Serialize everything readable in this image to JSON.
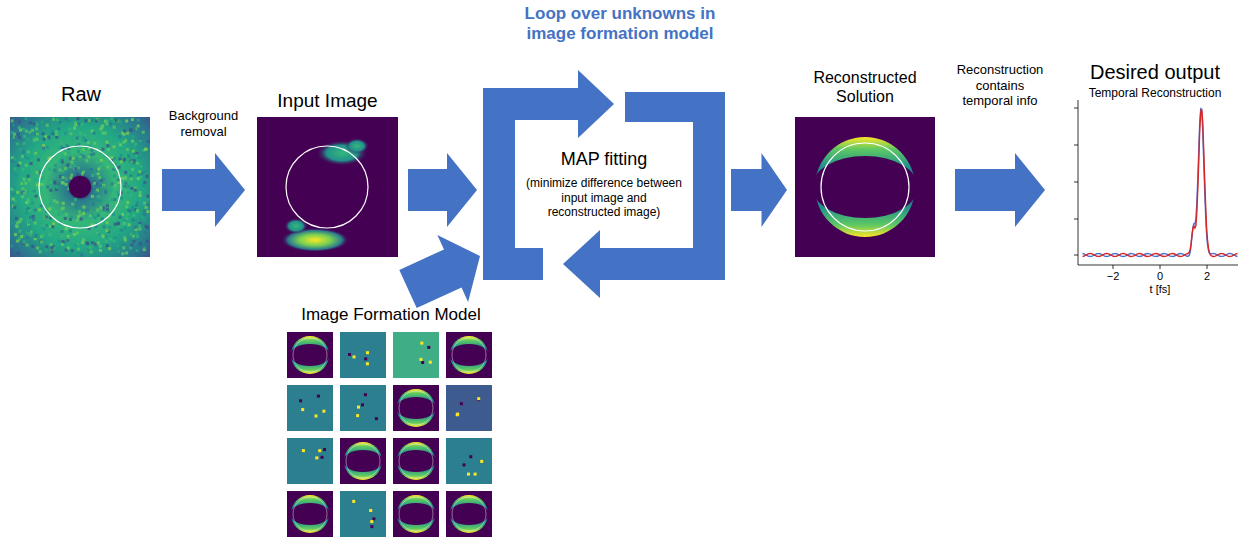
{
  "diagram": {
    "nodes": [
      {
        "text": [
          "Raw"
        ]
      },
      {
        "text": [
          "Input Image"
        ]
      },
      {
        "text": [
          "MAP fitting",
          "(minimize difference between input image and reconstructed image)"
        ]
      },
      {
        "text": [
          "Reconstructed Solution"
        ]
      },
      {
        "text": [
          "Desired output",
          "Temporal Reconstruction"
        ]
      },
      {
        "text": [
          "Image Formation Model"
        ]
      }
    ],
    "edges": [
      {
        "from": 0,
        "to": 1,
        "label": "Background removal",
        "arrow": "to"
      },
      {
        "from": 1,
        "to": 2,
        "arrow": "to"
      },
      {
        "from": 5,
        "to": 2,
        "arrow": "to"
      },
      {
        "from": 2,
        "to": 3,
        "arrow": "to"
      },
      {
        "from": 3,
        "to": 4,
        "label": "Reconstruction contains temporal info",
        "arrow": "to"
      }
    ],
    "labels": [
      "Loop over unknowns in image formation model",
      "−2",
      "0",
      "2",
      "t [fs]"
    ]
  }
}
